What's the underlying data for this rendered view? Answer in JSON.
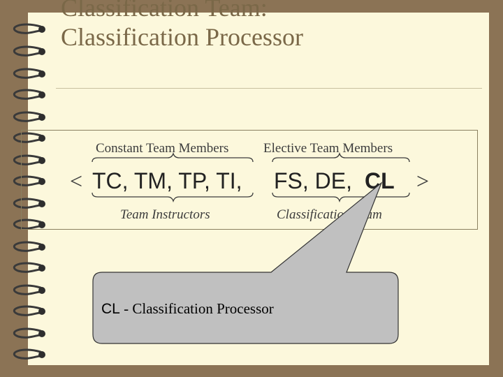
{
  "slide": {
    "title_line1": "Classification Team:",
    "title_line2": "Classification Processor"
  },
  "figure": {
    "constant_label": "Constant Team Members",
    "elective_label": "Elective Team Members",
    "open_bracket": "<",
    "close_bracket": ">",
    "members_constant": "TC, TM, TP, TI,",
    "members_elective_plain": "FS, DE,",
    "members_elective_bold": "CL",
    "team_instructors_label": "Team Instructors",
    "classification_team_label": "Classification Team"
  },
  "callout": {
    "abbr": "CL",
    "text": " - Classification Processor"
  },
  "colors": {
    "background": "#8b7355",
    "page": "#fcf8dc",
    "title": "#7a6848",
    "callout_fill": "#c0c0c0"
  }
}
